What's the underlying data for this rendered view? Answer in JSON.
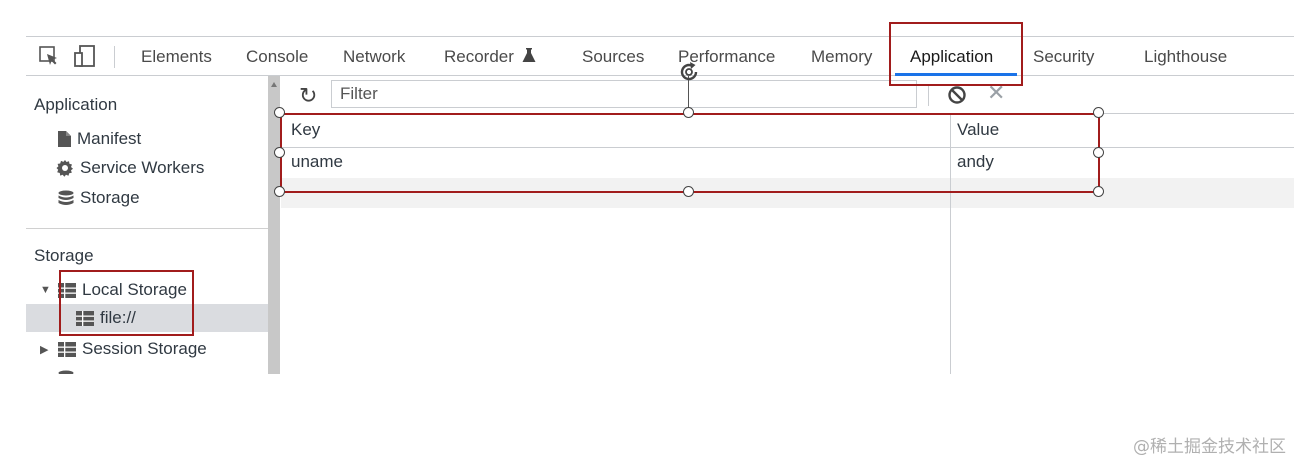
{
  "toolbar": {
    "tabs": [
      "Elements",
      "Console",
      "Network",
      "Recorder",
      "Sources",
      "Performance",
      "Memory",
      "Application",
      "Security",
      "Lighthouse"
    ],
    "active_tab": "Application",
    "icons": [
      "inspect-element-icon",
      "device-toolbar-icon",
      "flask-icon"
    ]
  },
  "sidebar": {
    "application_title": "Application",
    "application_items": [
      {
        "label": "Manifest",
        "icon": "file-icon"
      },
      {
        "label": "Service Workers",
        "icon": "gear-icon"
      },
      {
        "label": "Storage",
        "icon": "database-icon"
      }
    ],
    "storage_title": "Storage",
    "storage_items": [
      {
        "label": "Local Storage",
        "icon": "table-icon",
        "expanded": true
      },
      {
        "label": "file://",
        "icon": "table-icon",
        "selected": true
      },
      {
        "label": "Session Storage",
        "icon": "table-icon",
        "expanded": false
      }
    ]
  },
  "main": {
    "filter_placeholder": "Filter",
    "columns": {
      "key": "Key",
      "value": "Value"
    },
    "rows": [
      {
        "key": "uname",
        "value": "andy"
      }
    ]
  },
  "colors": {
    "highlight": "#a11c1c",
    "active_tab_underline": "#1a73e8",
    "selected_row": "#dadce0"
  },
  "watermark": "@稀土掘金技术社区"
}
